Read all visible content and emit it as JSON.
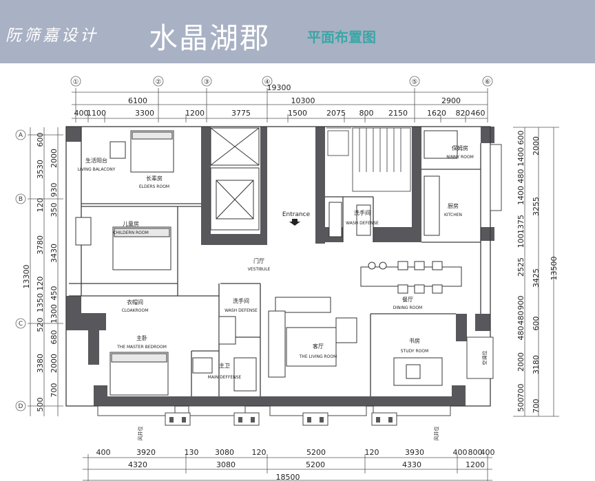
{
  "header": {
    "designer": "阮筛嘉设计",
    "project_title": "水晶湖郡",
    "subtitle": "平面布置图"
  },
  "grid_axes": {
    "top": [
      "①",
      "②",
      "③",
      "④",
      "⑤",
      "⑥"
    ],
    "left": [
      "A",
      "B",
      "C",
      "D"
    ]
  },
  "dimensions": {
    "top_total": "19300",
    "top_sub": [
      "6100",
      "10300",
      "2900"
    ],
    "top_detail": [
      "400",
      "1100",
      "3300",
      "1200",
      "3775",
      "1500",
      "2075",
      "800",
      "2150",
      "1620",
      "820",
      "460"
    ],
    "bottom_detail": [
      "400",
      "3920",
      "130",
      "3080",
      "120",
      "5200",
      "120",
      "3930",
      "400",
      "800",
      "400"
    ],
    "bottom_sub": [
      "4320",
      "3080",
      "5200",
      "4330",
      "1200"
    ],
    "bottom_total": "18500",
    "left_outer": "13300",
    "left_detail": [
      "600",
      "3530",
      "2000",
      "930",
      "120",
      "350",
      "3780",
      "3430",
      "120",
      "1350",
      "450",
      "1300",
      "520",
      "680",
      "3380",
      "2000",
      "700",
      "500"
    ],
    "right_outer": "13500",
    "right_detail": [
      "600",
      "2000",
      "1400",
      "480",
      "1400",
      "3255",
      "1375",
      "100",
      "2525",
      "3425",
      "900",
      "480",
      "600",
      "480",
      "2000",
      "3180",
      "700",
      "500",
      "700"
    ]
  },
  "rooms": {
    "living_balcony": {
      "cn": "生活阳台",
      "en": "LIVING BALACONY"
    },
    "elders_room": {
      "cn": "长辈房",
      "en": "ELDERS ROOM"
    },
    "children_room": {
      "cn": "儿童房",
      "en": "CHILDERN ROOM"
    },
    "cloakroom": {
      "cn": "衣帽间",
      "en": "CLOAKROOM"
    },
    "master_bedroom": {
      "cn": "主卧",
      "en": "THE MASTER BEDROOM"
    },
    "main_defense": {
      "cn": "主卫",
      "en": "MAIN DEFFENSE"
    },
    "wash_room_left": {
      "cn": "洗手间",
      "en": "WASH DEFENSE"
    },
    "vestibule": {
      "cn": "门厅",
      "en": "VESTIBULE"
    },
    "entrance": "Entrance",
    "living_room": {
      "cn": "客厅",
      "en": "THE LIVING ROOM"
    },
    "wash_room_center": {
      "cn": "洗手间",
      "en": "WASH DEFENSE"
    },
    "dining_room": {
      "cn": "餐厅",
      "en": "DINING ROOM"
    },
    "study_room": {
      "cn": "书房",
      "en": "STUDY ROOM"
    },
    "nanny_room": {
      "cn": "保姆房",
      "en": "NINNY ROOM"
    },
    "kitchen": {
      "cn": "厨房",
      "en": "KITCHEN"
    },
    "ac_platform": "空调位",
    "ac_unit_labels": [
      "风井位",
      "风井位"
    ]
  }
}
